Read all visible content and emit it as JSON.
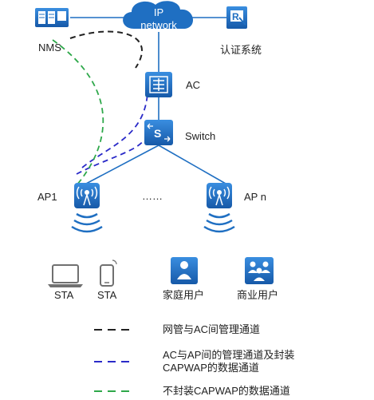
{
  "nodes": {
    "cloud_line1": "IP",
    "cloud_line2": "network",
    "nms": "NMS",
    "auth": "认证系统",
    "ac": "AC",
    "switch": "Switch",
    "ap1": "AP1",
    "apn": "AP n",
    "ellipsis": "……",
    "sta1": "STA",
    "sta2": "STA",
    "home_user": "家庭用户",
    "business_user": "商业用户"
  },
  "legend": [
    {
      "style": "dashed",
      "color": "#222222",
      "text": "网管与AC间管理通道"
    },
    {
      "style": "dashed",
      "color": "#2a2ac8",
      "text_line1": "AC与AP间的管理通道及封装",
      "text_line2": "CAPWAP的数据通道"
    },
    {
      "style": "dashed",
      "color": "#2ea84a",
      "text": "不封装CAPWAP的数据通道"
    }
  ],
  "colors": {
    "device_blue": "#1f6fc2",
    "link": "#1f6fc2",
    "mgmt_black": "#222222",
    "capwap_blue": "#2a2ac8",
    "data_green": "#2ea84a",
    "sta_gray": "#707070"
  },
  "icons": [
    "cloud-icon",
    "nms-server-icon",
    "auth-system-icon",
    "ac-controller-icon",
    "switch-icon",
    "access-point-icon",
    "laptop-icon",
    "phone-icon",
    "home-user-icon",
    "business-user-icon"
  ]
}
